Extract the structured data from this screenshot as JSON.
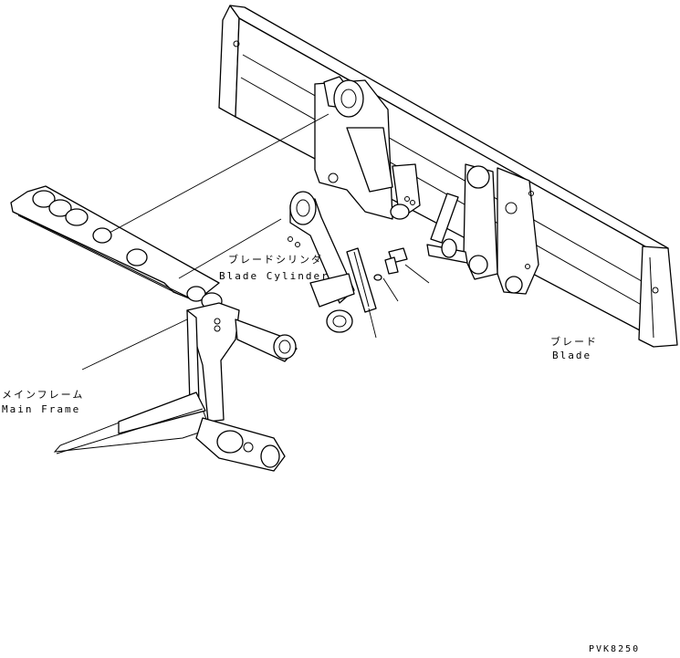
{
  "labels": {
    "blade_cylinder_jp": "ブレードシリンダ",
    "blade_cylinder_en": "Blade Cylinder",
    "blade_jp": "ブレード",
    "blade_en": "Blade",
    "main_frame_jp": "メインフレーム",
    "main_frame_en": "Main Frame",
    "drawing_code": "PVK8250"
  }
}
